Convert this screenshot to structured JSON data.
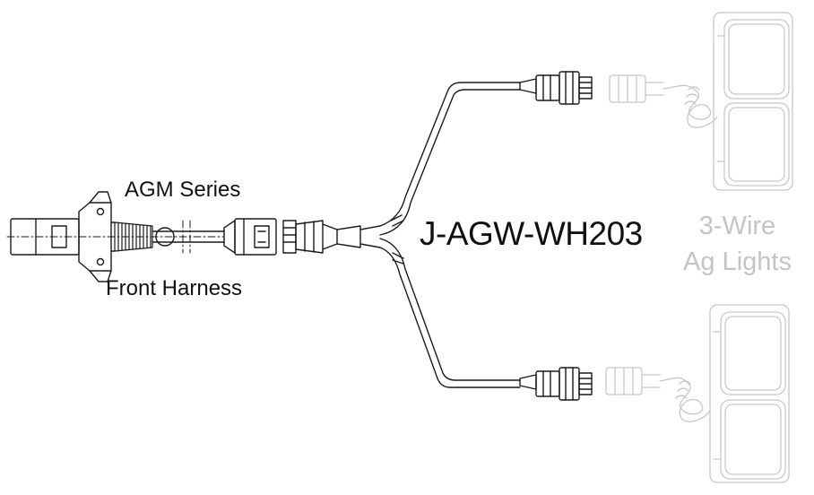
{
  "labels": {
    "series": "AGM Series",
    "front": "Front Harness",
    "part_number": "J-AGW-WH203",
    "lights_line1": "3-Wire",
    "lights_line2": "Ag Lights"
  },
  "colors": {
    "drawing": "#1a1a1a",
    "faded": "#c8c8c8",
    "text": "#111111",
    "faded_text": "#c4c4c4"
  }
}
